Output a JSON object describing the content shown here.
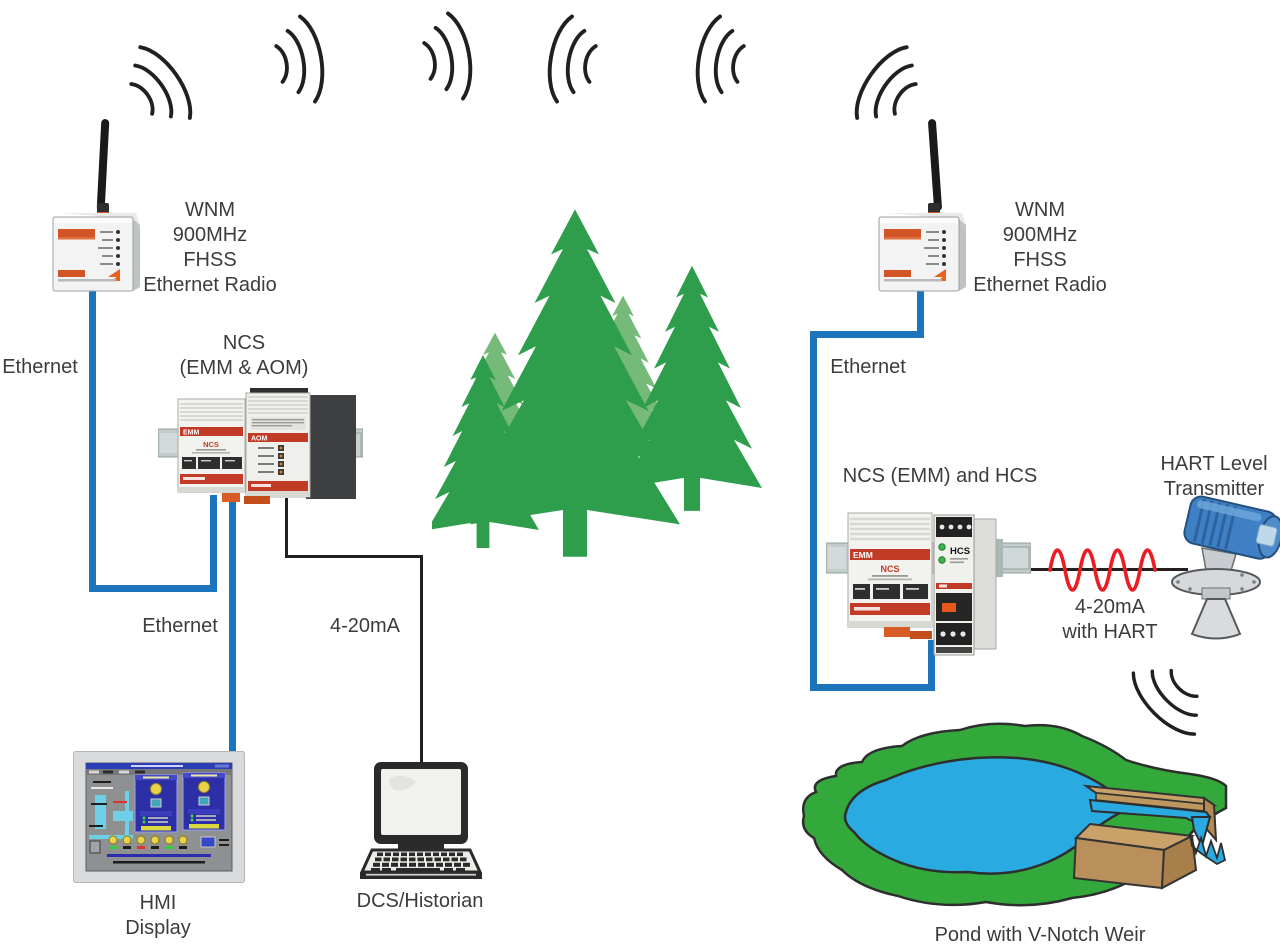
{
  "colors": {
    "ethernet_blue": "#1C75BC",
    "signal_black": "#231F20",
    "hart_red": "#EC1C24",
    "tree_green": "#2E9E4C",
    "tree_light_green": "#76BA79",
    "pond_green": "#33A93B",
    "pond_blue": "#29ABE2",
    "weir_tan": "#C9A26A",
    "device_red_band": "#C23B27",
    "led_green": "#3BB54A"
  },
  "left_radio": {
    "label_lines": [
      "WNM",
      "900MHz",
      "FHSS",
      "Ethernet Radio"
    ]
  },
  "right_radio": {
    "label_lines": [
      "WNM",
      "900MHz",
      "FHSS",
      "Ethernet Radio"
    ]
  },
  "left_ncs": {
    "label_lines": [
      "NCS",
      "(EMM & AOM)"
    ],
    "module_left": "EMM",
    "module_right": "AOM",
    "brand": "NCS"
  },
  "right_ncs": {
    "label": "NCS (EMM) and HCS",
    "module_left": "EMM",
    "module_right": "HCS",
    "brand": "NCS"
  },
  "transmitter": {
    "label_lines": [
      "HART Level",
      "Transmitter"
    ]
  },
  "hmi": {
    "label_lines": [
      "HMI",
      "Display"
    ]
  },
  "dcs": {
    "label": "DCS/Historian"
  },
  "pond": {
    "label": "Pond with V-Notch Weir"
  },
  "connections": {
    "left_radio_to_ncs": "Ethernet",
    "ncs_to_hmi": "Ethernet",
    "ncs_to_dcs": "4-20mA",
    "right_radio_to_ncs": "Ethernet",
    "hcs_to_transmitter_lines": [
      "4-20mA",
      "with HART"
    ]
  }
}
